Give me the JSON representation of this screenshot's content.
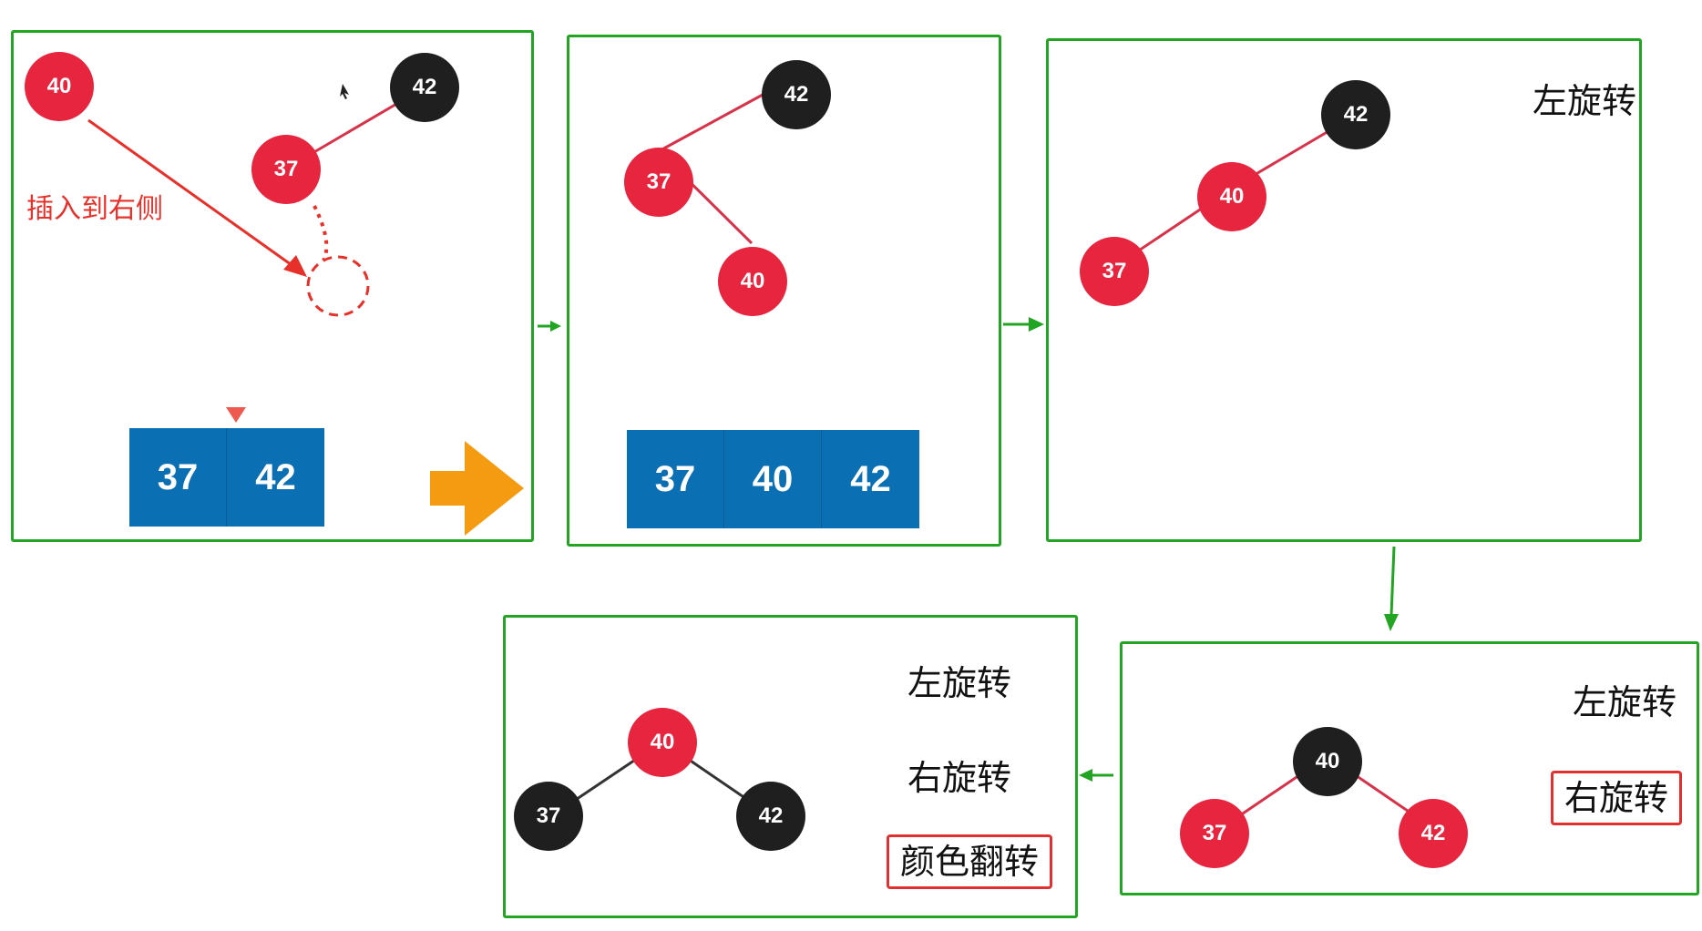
{
  "panel1": {
    "nodes": {
      "n40": "40",
      "n42": "42",
      "n37": "37"
    },
    "insert_note": "插入到右侧",
    "array": [
      "37",
      "42"
    ]
  },
  "panel2": {
    "nodes": {
      "n42": "42",
      "n37": "37",
      "n40": "40"
    },
    "array": [
      "37",
      "40",
      "42"
    ]
  },
  "panel3": {
    "nodes": {
      "n42": "42",
      "n40": "40",
      "n37": "37"
    },
    "op_left_rotate": "左旋转"
  },
  "panel4": {
    "nodes": {
      "n40": "40",
      "n37": "37",
      "n42": "42"
    },
    "op_left_rotate": "左旋转",
    "op_right_rotate": "右旋转"
  },
  "panel5": {
    "nodes": {
      "n40": "40",
      "n37": "37",
      "n42": "42"
    },
    "op_left_rotate": "左旋转",
    "op_right_rotate": "右旋转",
    "op_color_flip": "颜色翻转"
  },
  "colors": {
    "red_node": "#e8253f",
    "black_node": "#1f1f1f",
    "panel_border": "#22a522",
    "array_bg": "#0a6fb3",
    "highlight_box": "#e03030",
    "next_arrow": "#f59b12"
  }
}
